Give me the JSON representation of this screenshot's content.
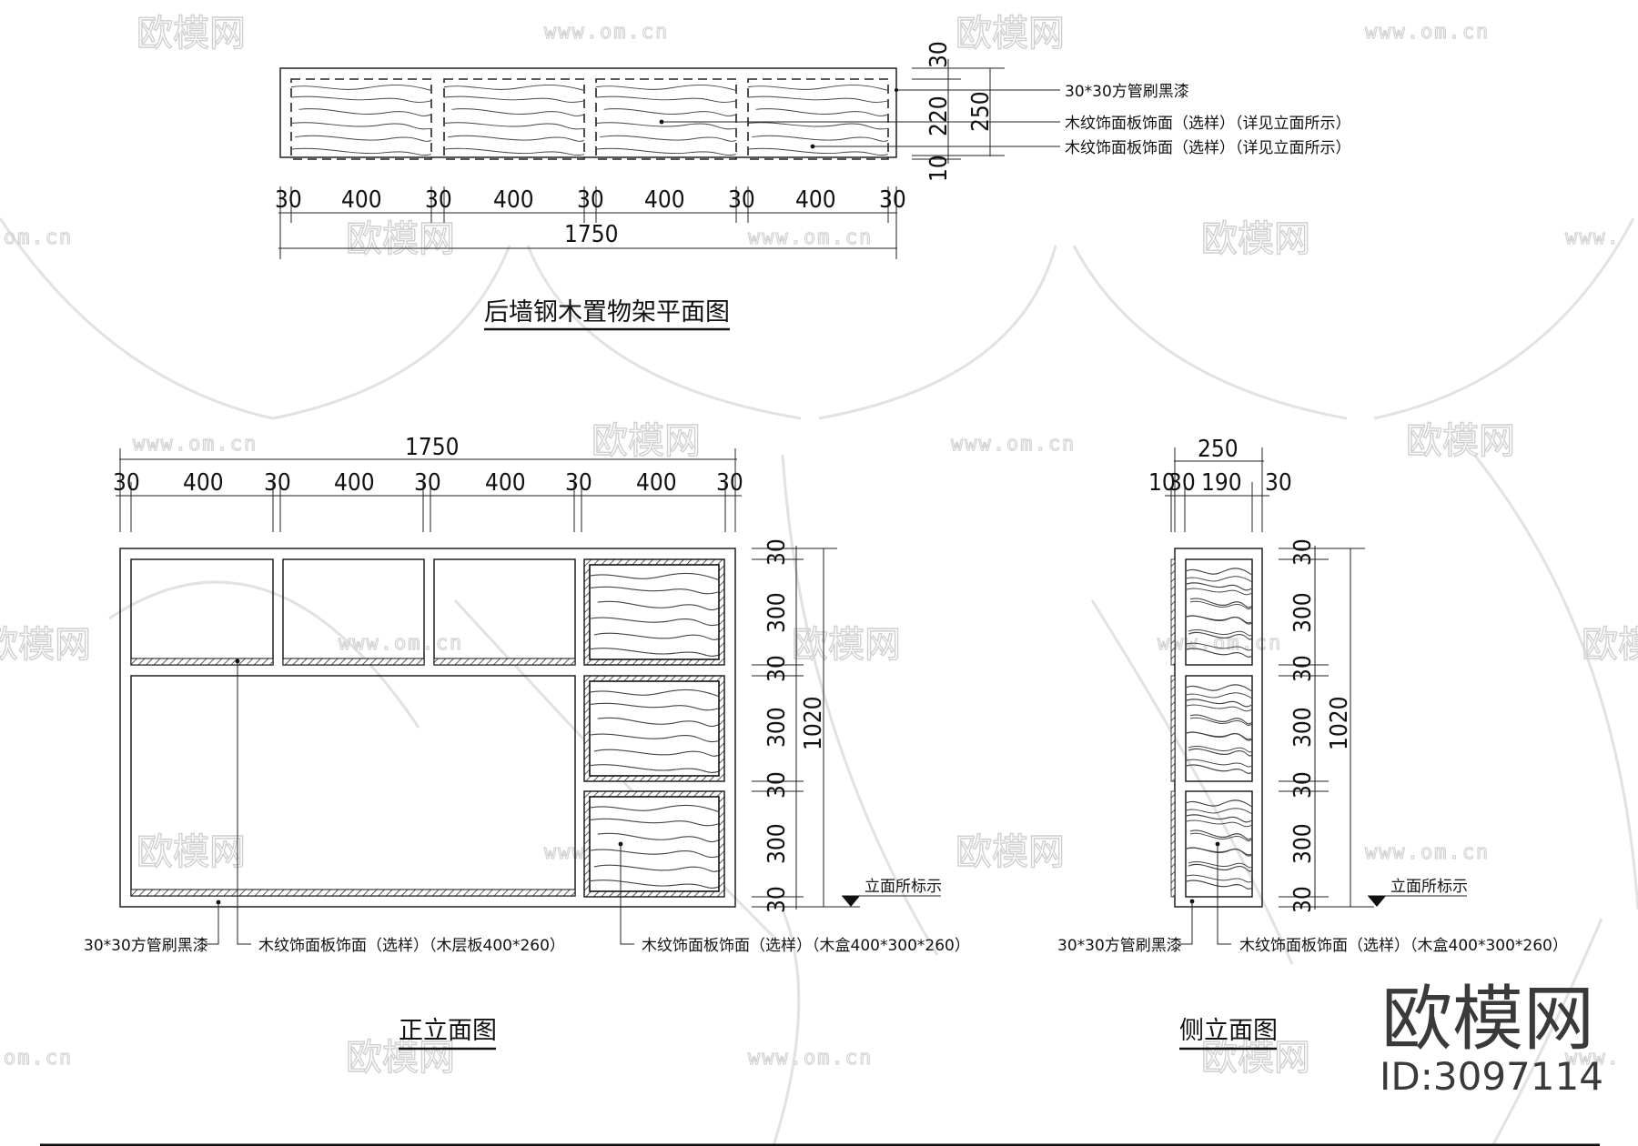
{
  "watermark": {
    "brand": "欧模网",
    "url": "www.om.cn",
    "url_fragment_left": "om.cn",
    "url_fragment_right": "www."
  },
  "plan_view": {
    "title": "后墙钢木置物架平面图",
    "horizontal_dims": [
      "30",
      "400",
      "30",
      "400",
      "30",
      "400",
      "30",
      "400",
      "30"
    ],
    "overall_width": "1750",
    "vertical_dims": [
      "30",
      "220",
      "10"
    ],
    "overall_depth": "250",
    "notes": [
      "30*30方管刷黑漆",
      "木纹饰面板饰面（选样）（详见立面所示）",
      "木纹饰面板饰面（选样）（详见立面所示）"
    ]
  },
  "front_elevation": {
    "title": "正立面图",
    "overall_width": "1750",
    "horizontal_dims": [
      "30",
      "400",
      "30",
      "400",
      "30",
      "400",
      "30",
      "400",
      "30"
    ],
    "vertical_dims": [
      "30",
      "300",
      "30",
      "300",
      "30",
      "300",
      "30"
    ],
    "overall_height": "1020",
    "level_marker_label": "立面所标示",
    "notes": [
      "30*30方管刷黑漆",
      "木纹饰面板饰面（选样）（木层板400*260）",
      "木纹饰面板饰面（选样）（木盒400*300*260）"
    ]
  },
  "side_elevation": {
    "title": "侧立面图",
    "overall_width": "250",
    "horizontal_dims": [
      "10",
      "30",
      "190",
      "30"
    ],
    "vertical_dims": [
      "30",
      "300",
      "30",
      "300",
      "30",
      "300",
      "30"
    ],
    "overall_height": "1020",
    "level_marker_label": "立面所标示",
    "notes": [
      "30*30方管刷黑漆",
      "木纹饰面板饰面（选样）（木盒400*300*260）"
    ]
  },
  "stamp": {
    "brand": "欧模网",
    "id_label": "ID:3097114"
  }
}
